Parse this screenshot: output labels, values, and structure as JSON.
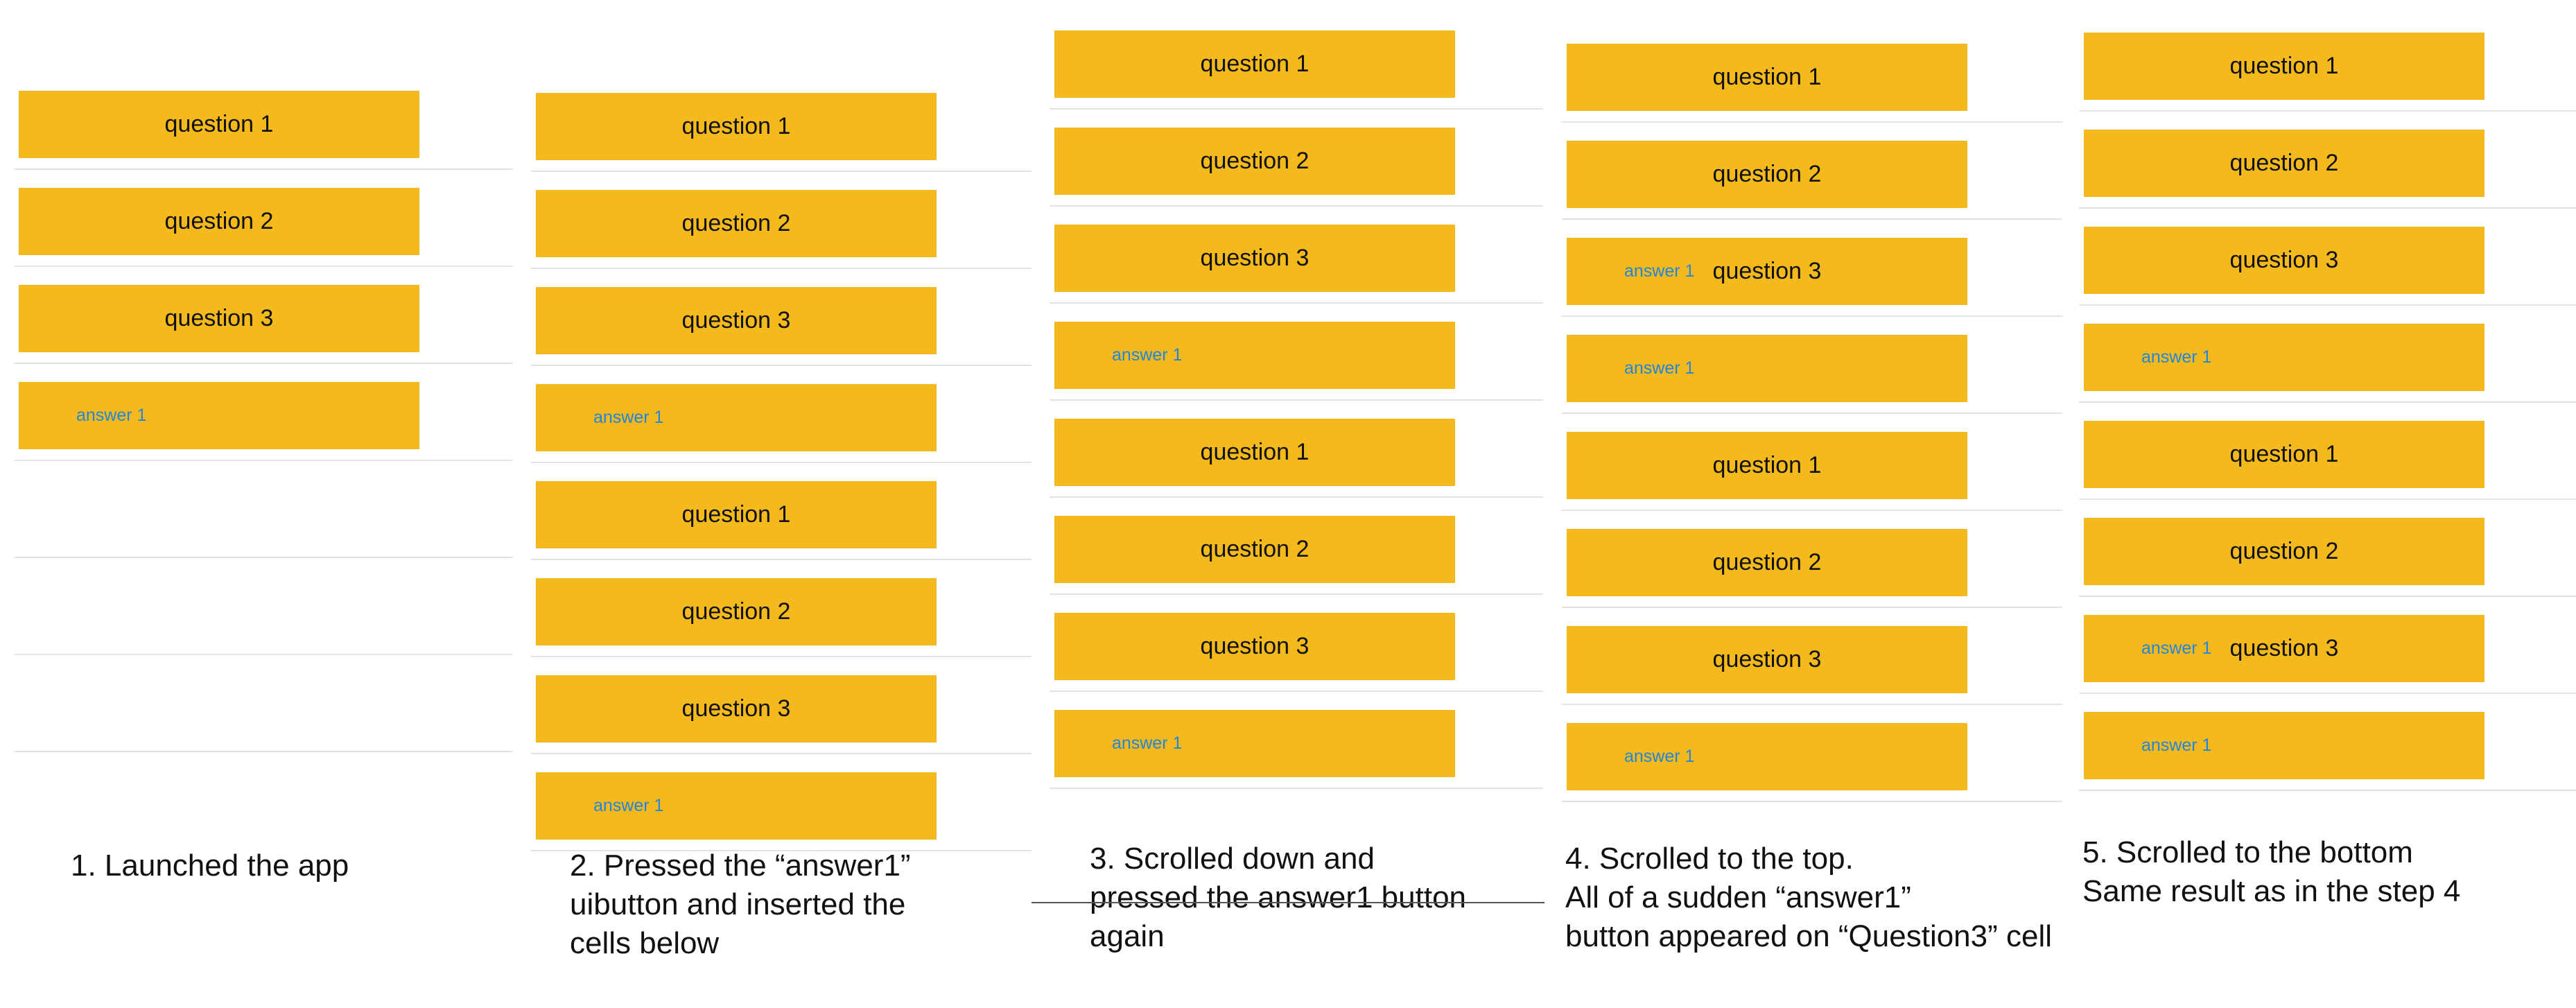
{
  "panels": [
    {
      "caption": [
        "1. Launched the app"
      ],
      "rows": [
        {
          "kind": "question",
          "label": "question 1"
        },
        {
          "kind": "question",
          "label": "question 2"
        },
        {
          "kind": "question",
          "label": "question 3"
        },
        {
          "kind": "answer",
          "label": "answer 1"
        },
        {
          "kind": "empty"
        },
        {
          "kind": "empty"
        },
        {
          "kind": "empty"
        }
      ]
    },
    {
      "caption": [
        "2. Pressed the “answer1”",
        "uibutton and inserted the",
        "cells below"
      ],
      "rows": [
        {
          "kind": "question",
          "label": "question 1"
        },
        {
          "kind": "question",
          "label": "question 2"
        },
        {
          "kind": "question",
          "label": "question 3"
        },
        {
          "kind": "answer",
          "label": "answer 1"
        },
        {
          "kind": "question",
          "label": "question 1"
        },
        {
          "kind": "question",
          "label": "question 2"
        },
        {
          "kind": "question",
          "label": "question 3"
        },
        {
          "kind": "answer",
          "label": "answer 1"
        }
      ]
    },
    {
      "caption": [
        "3. Scrolled down and",
        "pressed the answer1 button",
        "again"
      ],
      "rows": [
        {
          "kind": "question",
          "label": "question 1"
        },
        {
          "kind": "question",
          "label": "question 2"
        },
        {
          "kind": "question",
          "label": "question 3"
        },
        {
          "kind": "answer",
          "label": "answer 1"
        },
        {
          "kind": "question",
          "label": "question 1"
        },
        {
          "kind": "question",
          "label": "question 2"
        },
        {
          "kind": "question",
          "label": "question 3"
        },
        {
          "kind": "answer",
          "label": "answer 1"
        }
      ]
    },
    {
      "caption": [
        "4. Scrolled to the top.",
        "All of a sudden “answer1”",
        "button appeared on “Question3” cell"
      ],
      "rows": [
        {
          "kind": "question",
          "label": "question 1"
        },
        {
          "kind": "question",
          "label": "question 2"
        },
        {
          "kind": "both",
          "label": "question 3",
          "answer": "answer 1"
        },
        {
          "kind": "answer",
          "label": "answer 1"
        },
        {
          "kind": "question",
          "label": "question 1"
        },
        {
          "kind": "question",
          "label": "question 2"
        },
        {
          "kind": "question",
          "label": "question 3"
        },
        {
          "kind": "answer",
          "label": "answer 1"
        }
      ]
    },
    {
      "caption": [
        "5. Scrolled to the bottom",
        "Same result as in the step 4"
      ],
      "rows": [
        {
          "kind": "question",
          "label": "question 1"
        },
        {
          "kind": "question",
          "label": "question 2"
        },
        {
          "kind": "question",
          "label": "question 3"
        },
        {
          "kind": "answer",
          "label": "answer 1"
        },
        {
          "kind": "question",
          "label": "question 1"
        },
        {
          "kind": "question",
          "label": "question 2"
        },
        {
          "kind": "both",
          "label": "question 3",
          "answer": "answer 1"
        },
        {
          "kind": "answer",
          "label": "answer 1"
        }
      ]
    }
  ]
}
